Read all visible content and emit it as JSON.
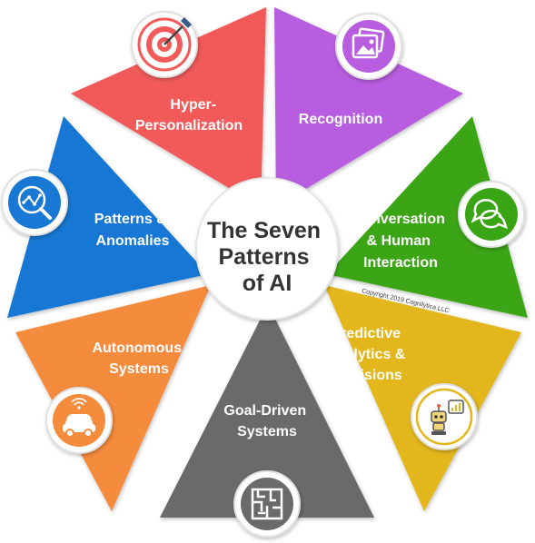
{
  "center": {
    "title_lines": [
      "The Seven",
      "Patterns",
      "of AI"
    ]
  },
  "copyright": "Copyright 2019 Cognilytica LLC",
  "segments": [
    {
      "id": "hyper-personalization",
      "label_lines": [
        "Hyper-",
        "Personalization"
      ],
      "color": "#f25a5a",
      "icon": "target-icon"
    },
    {
      "id": "recognition",
      "label_lines": [
        "Recognition"
      ],
      "color": "#b85de0",
      "icon": "image-gallery-icon"
    },
    {
      "id": "conversation",
      "label_lines": [
        "Conversation",
        "& Human",
        "Interaction"
      ],
      "color": "#3aa514",
      "icon": "chat-bubbles-icon"
    },
    {
      "id": "predictive",
      "label_lines": [
        "Predictive",
        "Analytics &",
        "Decisions"
      ],
      "color": "#e3b71a",
      "icon": "robot-chart-icon"
    },
    {
      "id": "goal-driven",
      "label_lines": [
        "Goal-Driven",
        "Systems"
      ],
      "color": "#6a6a6a",
      "icon": "maze-icon"
    },
    {
      "id": "autonomous",
      "label_lines": [
        "Autonomous",
        "Systems"
      ],
      "color": "#f58b3c",
      "icon": "connected-car-icon"
    },
    {
      "id": "patterns",
      "label_lines": [
        "Patterns &",
        "Anomalies"
      ],
      "color": "#1878d4",
      "icon": "magnifier-graph-icon"
    }
  ]
}
